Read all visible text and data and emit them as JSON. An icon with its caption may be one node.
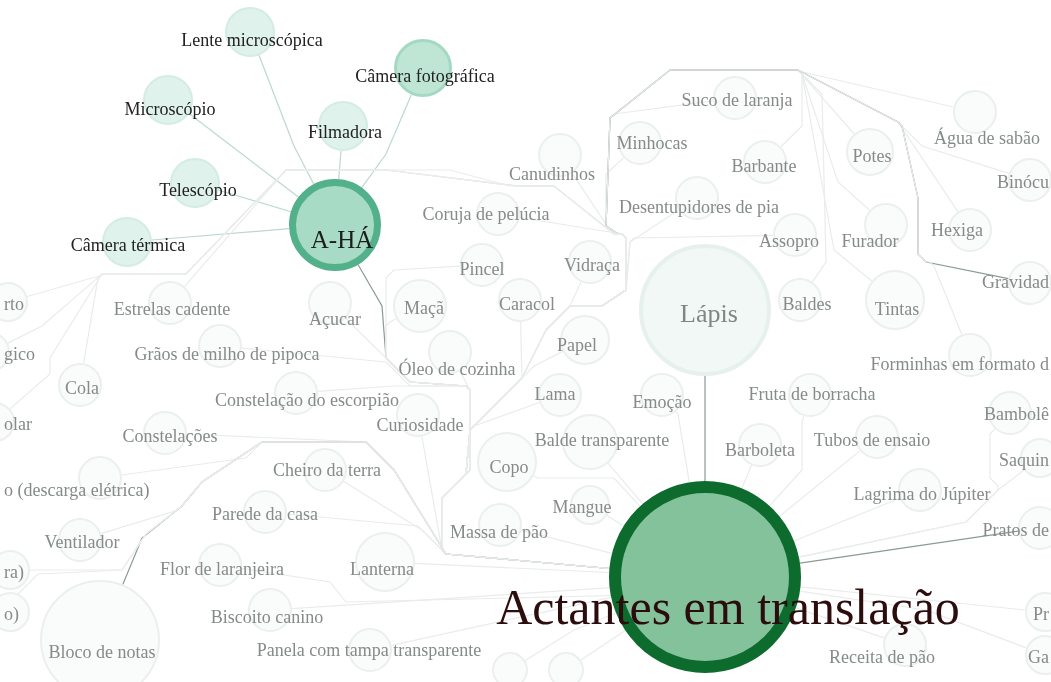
{
  "diagram": {
    "nodes": [
      {
        "text": [
          "Actantes em translação"
        ]
      },
      {
        "text": [
          "A-HÁ"
        ]
      },
      {
        "text": [
          "Lente microscópica"
        ]
      },
      {
        "text": [
          "Câmera fotográfica"
        ]
      },
      {
        "text": [
          "Microscópio"
        ]
      },
      {
        "text": [
          "Filmadora"
        ]
      },
      {
        "text": [
          "Telescópio"
        ]
      },
      {
        "text": [
          "Câmera térmica"
        ]
      },
      {
        "text": [
          "Suco de laranja"
        ]
      },
      {
        "text": [
          "Minhocas"
        ]
      },
      {
        "text": [
          "Barbante"
        ]
      },
      {
        "text": [
          "Potes"
        ]
      },
      {
        "text": [
          "Água de sabão"
        ]
      },
      {
        "text": [
          "Binócu"
        ]
      },
      {
        "text": [
          "Canudinhos"
        ]
      },
      {
        "text": [
          "Coruja de pelúcia"
        ]
      },
      {
        "text": [
          "Desentupidores de pia"
        ]
      },
      {
        "text": [
          "Assopro"
        ]
      },
      {
        "text": [
          "Furador"
        ]
      },
      {
        "text": [
          "Hexiga"
        ]
      },
      {
        "text": [
          "Pincel"
        ]
      },
      {
        "text": [
          "Vidraça"
        ]
      },
      {
        "text": [
          "Lápis"
        ]
      },
      {
        "text": [
          "Baldes"
        ]
      },
      {
        "text": [
          "Tintas"
        ]
      },
      {
        "text": [
          "Gravidad"
        ]
      },
      {
        "text": [
          "Maçã"
        ]
      },
      {
        "text": [
          "Caracol"
        ]
      },
      {
        "text": [
          "Açucar"
        ]
      },
      {
        "text": [
          "Estrelas cadente"
        ]
      },
      {
        "text": [
          "rto"
        ]
      },
      {
        "text": [
          "Papel"
        ]
      },
      {
        "text": [
          "Óleo de cozinha"
        ]
      },
      {
        "text": [
          "Grãos de milho de pipoca"
        ]
      },
      {
        "text": [
          "gico"
        ]
      },
      {
        "text": [
          "Forminhas em formato d"
        ]
      },
      {
        "text": [
          "Cola"
        ]
      },
      {
        "text": [
          "Lama"
        ]
      },
      {
        "text": [
          "Emoção"
        ]
      },
      {
        "text": [
          "Fruta de borracha"
        ]
      },
      {
        "text": [
          "Constelação do escorpião"
        ]
      },
      {
        "text": [
          "Curiosidade"
        ]
      },
      {
        "text": [
          "Bambolê"
        ]
      },
      {
        "text": [
          "olar"
        ]
      },
      {
        "text": [
          "Constelações"
        ]
      },
      {
        "text": [
          "Balde transparente"
        ]
      },
      {
        "text": [
          "Tubos de ensaio"
        ]
      },
      {
        "text": [
          "Barboleta"
        ]
      },
      {
        "text": [
          "Copo"
        ]
      },
      {
        "text": [
          "Cheiro da terra"
        ]
      },
      {
        "text": [
          "Saquin"
        ]
      },
      {
        "text": [
          "o (descarga elétrica)"
        ]
      },
      {
        "text": [
          "Mangue"
        ]
      },
      {
        "text": [
          "Lagrima do Júpiter"
        ]
      },
      {
        "text": [
          "Parede da casa"
        ]
      },
      {
        "text": [
          "Massa de pão"
        ]
      },
      {
        "text": [
          "Pratos de"
        ]
      },
      {
        "text": [
          "Ventilador"
        ]
      },
      {
        "text": [
          "Flor de laranjeira"
        ]
      },
      {
        "text": [
          "Lanterna"
        ]
      },
      {
        "text": [
          "Biscoito canino"
        ]
      },
      {
        "text": [
          "Bloco de notas"
        ]
      },
      {
        "text": [
          "Panela com tampa transparente"
        ]
      },
      {
        "text": [
          "Receita de pão"
        ]
      },
      {
        "text": [
          "Pr"
        ]
      },
      {
        "text": [
          "Ga"
        ]
      },
      {
        "text": [
          "ra)"
        ]
      },
      {
        "text": [
          "o)"
        ]
      },
      {
        "text": [],
        "shape": "circle"
      },
      {
        "text": [],
        "shape": "circle"
      }
    ],
    "edges": [
      {
        "from": 1,
        "to": 0,
        "arrow": "none",
        "color": "#8a9a94"
      },
      {
        "from": 1,
        "to": 2,
        "arrow": "none"
      },
      {
        "from": 1,
        "to": 3,
        "arrow": "none"
      },
      {
        "from": 1,
        "to": 4,
        "arrow": "none"
      },
      {
        "from": 1,
        "to": 5,
        "arrow": "none"
      },
      {
        "from": 1,
        "to": 6,
        "arrow": "none"
      },
      {
        "from": 1,
        "to": 7,
        "arrow": "none"
      },
      {
        "from": 8,
        "to": 0,
        "arrow": "none"
      },
      {
        "from": 9,
        "to": 0,
        "arrow": "none"
      },
      {
        "from": 10,
        "to": 0,
        "arrow": "none"
      },
      {
        "from": 11,
        "to": 0,
        "arrow": "none"
      },
      {
        "from": 12,
        "to": 0,
        "arrow": "none"
      },
      {
        "from": 13,
        "to": 0,
        "arrow": "none"
      },
      {
        "from": 14,
        "to": 0,
        "arrow": "none"
      },
      {
        "from": 15,
        "to": 0,
        "arrow": "none"
      },
      {
        "from": 16,
        "to": 0,
        "arrow": "none"
      },
      {
        "from": 17,
        "to": 0,
        "arrow": "none"
      },
      {
        "from": 18,
        "to": 0,
        "arrow": "none"
      },
      {
        "from": 19,
        "to": 0,
        "arrow": "none"
      },
      {
        "from": 20,
        "to": 0,
        "arrow": "none"
      },
      {
        "from": 21,
        "to": 0,
        "arrow": "none"
      },
      {
        "from": 22,
        "to": 0,
        "arrow": "none",
        "color": "#8a9a94"
      },
      {
        "from": 23,
        "to": 0,
        "arrow": "none"
      },
      {
        "from": 24,
        "to": 0,
        "arrow": "none"
      },
      {
        "from": 25,
        "to": 0,
        "arrow": "none",
        "color": "#8a9a94"
      },
      {
        "from": 26,
        "to": 0,
        "arrow": "none"
      },
      {
        "from": 27,
        "to": 0,
        "arrow": "none"
      },
      {
        "from": 28,
        "to": 0,
        "arrow": "none"
      },
      {
        "from": 29,
        "to": 0,
        "arrow": "none"
      },
      {
        "from": 30,
        "to": 0,
        "arrow": "none"
      },
      {
        "from": 31,
        "to": 0,
        "arrow": "none"
      },
      {
        "from": 32,
        "to": 0,
        "arrow": "none"
      },
      {
        "from": 33,
        "to": 0,
        "arrow": "none"
      },
      {
        "from": 34,
        "to": 0,
        "arrow": "none"
      },
      {
        "from": 35,
        "to": 0,
        "arrow": "none"
      },
      {
        "from": 36,
        "to": 0,
        "arrow": "none"
      },
      {
        "from": 37,
        "to": 0,
        "arrow": "none"
      },
      {
        "from": 38,
        "to": 0,
        "arrow": "none"
      },
      {
        "from": 39,
        "to": 0,
        "arrow": "none"
      },
      {
        "from": 40,
        "to": 0,
        "arrow": "none"
      },
      {
        "from": 41,
        "to": 0,
        "arrow": "none"
      },
      {
        "from": 42,
        "to": 0,
        "arrow": "none"
      },
      {
        "from": 43,
        "to": 0,
        "arrow": "none"
      },
      {
        "from": 44,
        "to": 0,
        "arrow": "none"
      },
      {
        "from": 45,
        "to": 0,
        "arrow": "none"
      },
      {
        "from": 46,
        "to": 0,
        "arrow": "none"
      },
      {
        "from": 47,
        "to": 0,
        "arrow": "none"
      },
      {
        "from": 48,
        "to": 0,
        "arrow": "none"
      },
      {
        "from": 49,
        "to": 0,
        "arrow": "none"
      },
      {
        "from": 50,
        "to": 0,
        "arrow": "none"
      },
      {
        "from": 51,
        "to": 0,
        "arrow": "none"
      },
      {
        "from": 52,
        "to": 0,
        "arrow": "none"
      },
      {
        "from": 53,
        "to": 0,
        "arrow": "none"
      },
      {
        "from": 54,
        "to": 0,
        "arrow": "none"
      },
      {
        "from": 55,
        "to": 0,
        "arrow": "none"
      },
      {
        "from": 56,
        "to": 0,
        "arrow": "none",
        "color": "#8a9a94"
      },
      {
        "from": 57,
        "to": 0,
        "arrow": "none"
      },
      {
        "from": 58,
        "to": 0,
        "arrow": "none"
      },
      {
        "from": 59,
        "to": 0,
        "arrow": "none"
      },
      {
        "from": 60,
        "to": 0,
        "arrow": "none"
      },
      {
        "from": 61,
        "to": 0,
        "arrow": "none",
        "color": "#8a9a94"
      },
      {
        "from": 62,
        "to": 0,
        "arrow": "none"
      },
      {
        "from": 63,
        "to": 0,
        "arrow": "none"
      },
      {
        "from": 64,
        "to": 0,
        "arrow": "none"
      },
      {
        "from": 65,
        "to": 0,
        "arrow": "none"
      },
      {
        "from": 66,
        "to": 0,
        "arrow": "none"
      },
      {
        "from": 67,
        "to": 0,
        "arrow": "none"
      },
      {
        "from": 68,
        "to": 0,
        "arrow": "none"
      },
      {
        "from": 69,
        "to": 0,
        "arrow": "none"
      }
    ]
  }
}
